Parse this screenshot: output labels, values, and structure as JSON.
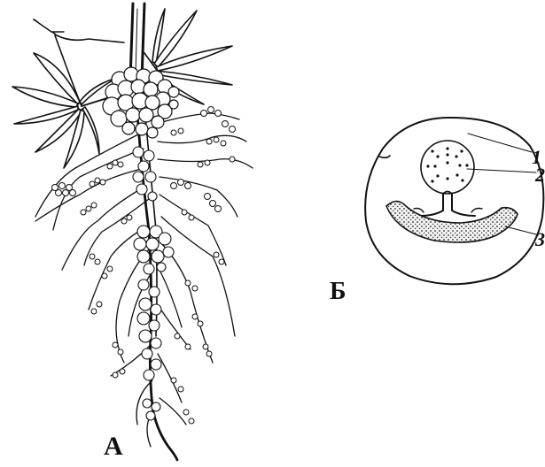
{
  "figure": {
    "part_a": {
      "label": "А",
      "subject": "root-system-with-nodules-icon"
    },
    "part_b": {
      "label": "Б",
      "subject": "nodule-cross-section-icon",
      "callouts": [
        "1",
        "2",
        "3"
      ]
    }
  }
}
